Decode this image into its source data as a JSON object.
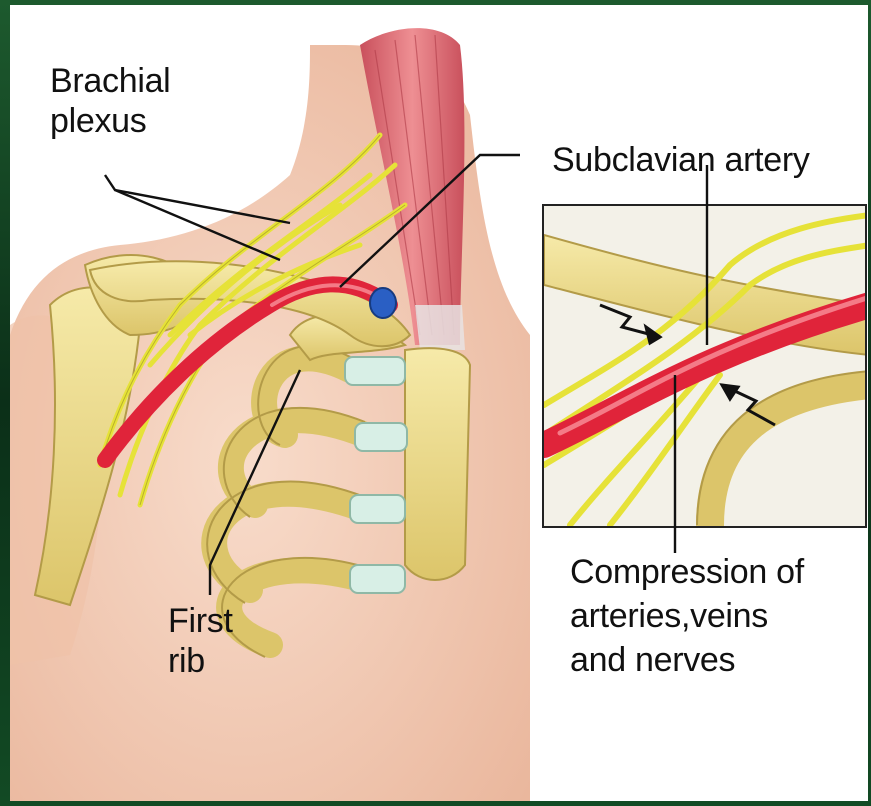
{
  "labels": {
    "brachial_plexus": [
      "Brachial",
      "plexus"
    ],
    "subclavian_artery": "Subclavian artery",
    "first_rib": [
      "First",
      "rib"
    ],
    "compression": [
      "Compression of",
      "arteries,veins",
      "and nerves"
    ]
  },
  "colors": {
    "frame": "#0c3b1f",
    "skin": "#f4cbb5",
    "bone": "#eedd8c",
    "nerve": "#e6e238",
    "artery": "#e0243a",
    "vein": "#2a5fc4",
    "muscle": "#d96a73",
    "cartilage": "#d8efe6"
  }
}
